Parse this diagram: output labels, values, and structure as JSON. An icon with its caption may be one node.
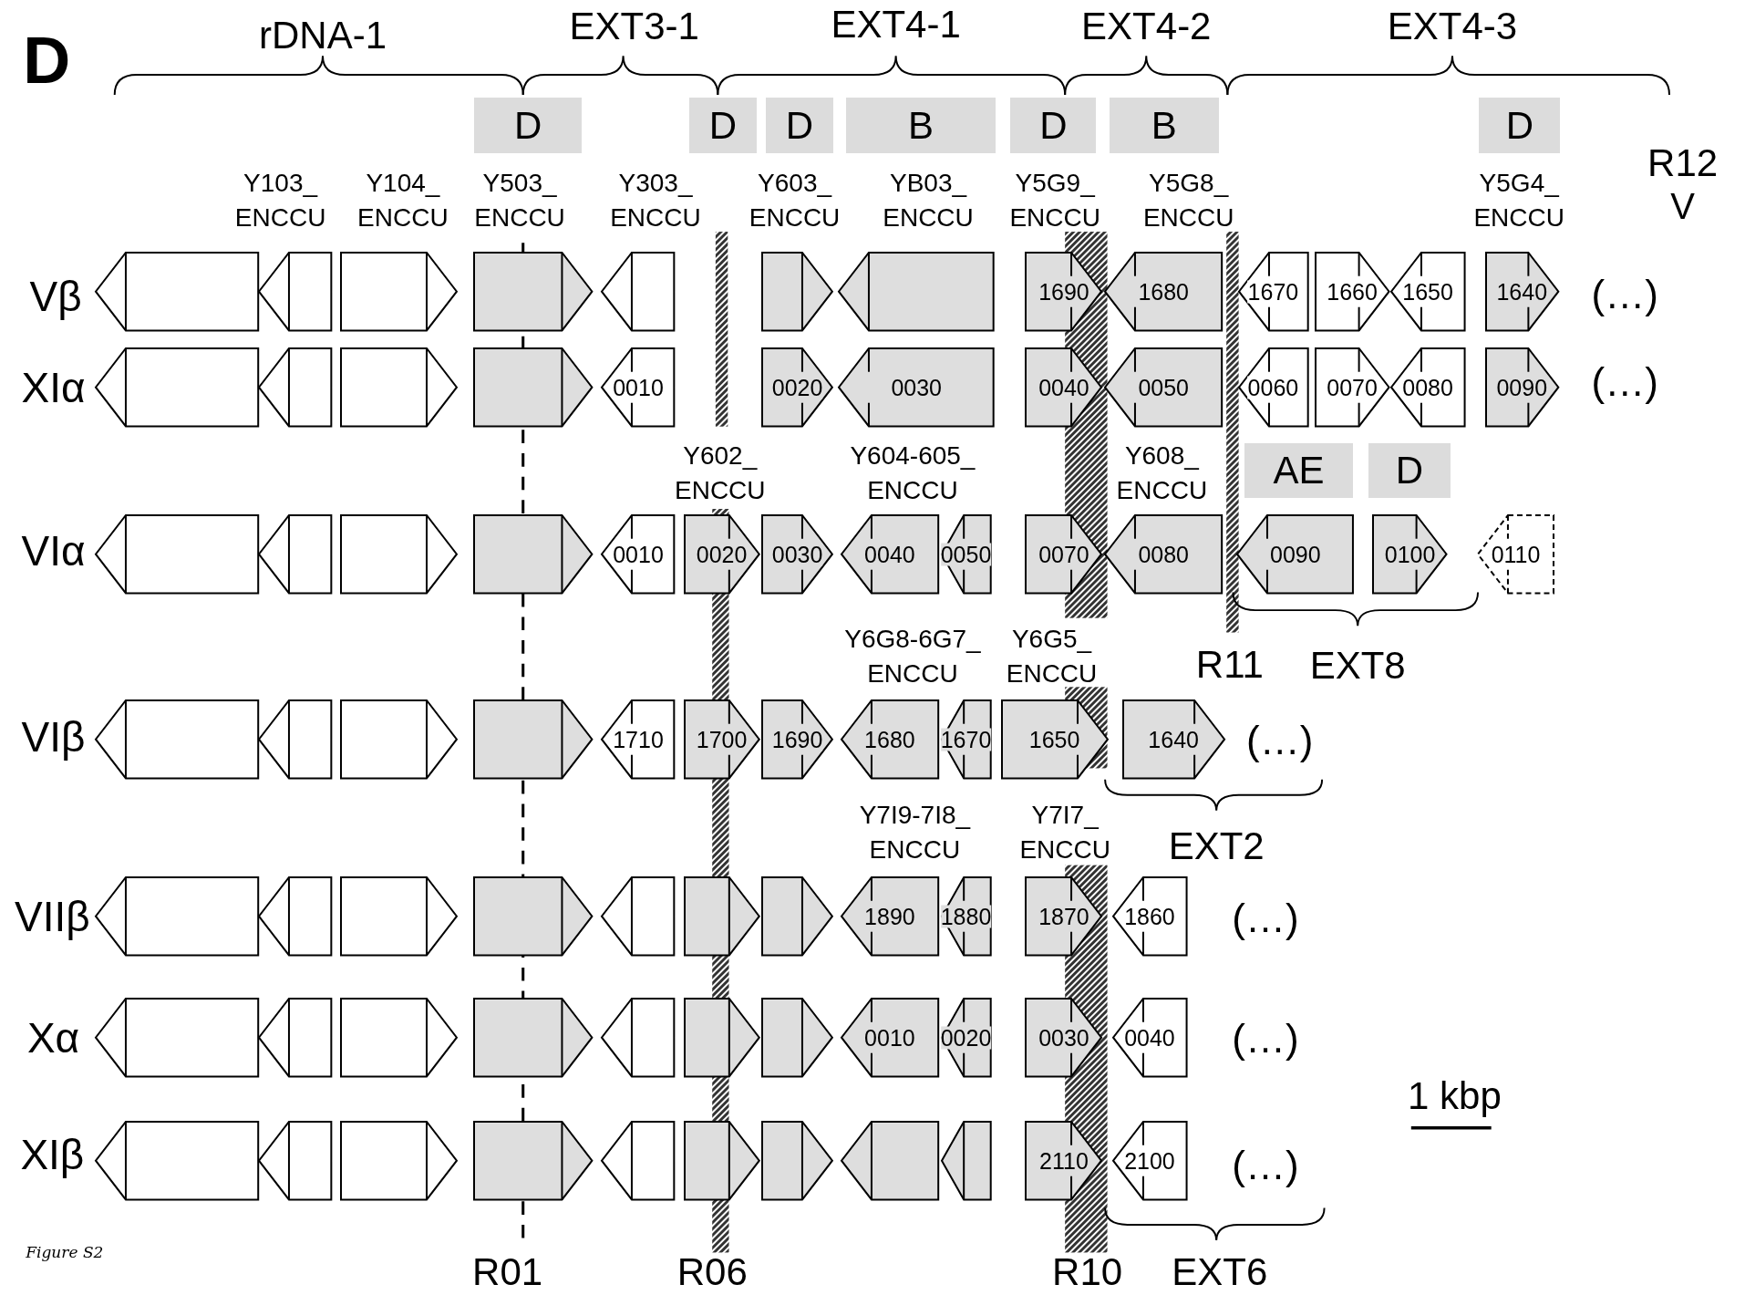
{
  "diagram": {
    "nodes": [
      {
        "text": [
          "D"
        ]
      },
      {
        "text": [
          "D"
        ]
      },
      {
        "text": [
          "D"
        ]
      },
      {
        "text": [
          "B"
        ]
      },
      {
        "text": [
          "D"
        ]
      },
      {
        "text": [
          "B"
        ]
      },
      {
        "text": [
          "D"
        ]
      },
      {
        "text": [],
        "shape": "pentagon"
      },
      {
        "text": [],
        "shape": "pentagon"
      },
      {
        "text": [],
        "shape": "pentagon"
      },
      {
        "text": [],
        "shape": "pentagon"
      },
      {
        "text": [],
        "shape": "pentagon"
      },
      {
        "text": [],
        "shape": "pentagon"
      },
      {
        "text": [],
        "shape": "pentagon"
      },
      {
        "text": [
          "1690"
        ]
      },
      {
        "text": [
          "1680"
        ]
      },
      {
        "text": [
          "1670"
        ]
      },
      {
        "text": [
          "1660"
        ]
      },
      {
        "text": [
          "1650"
        ]
      },
      {
        "text": [
          "1640"
        ]
      },
      {
        "text": [],
        "shape": "pentagon"
      },
      {
        "text": [],
        "shape": "pentagon"
      },
      {
        "text": [],
        "shape": "pentagon"
      },
      {
        "text": [],
        "shape": "pentagon"
      },
      {
        "text": [
          "0010"
        ]
      },
      {
        "text": [
          "0020"
        ]
      },
      {
        "text": [
          "0030"
        ]
      },
      {
        "text": [
          "0040"
        ]
      },
      {
        "text": [
          "0050"
        ]
      },
      {
        "text": [
          "0060"
        ]
      },
      {
        "text": [
          "0070"
        ]
      },
      {
        "text": [
          "0080"
        ]
      },
      {
        "text": [
          "0090"
        ]
      },
      {
        "text": [
          "AE"
        ]
      },
      {
        "text": [
          "D"
        ]
      },
      {
        "text": [],
        "shape": "pentagon"
      },
      {
        "text": [],
        "shape": "pentagon"
      },
      {
        "text": [],
        "shape": "pentagon"
      },
      {
        "text": [],
        "shape": "pentagon"
      },
      {
        "text": [
          "0010"
        ]
      },
      {
        "text": [
          "0020"
        ]
      },
      {
        "text": [
          "0030"
        ]
      },
      {
        "text": [
          "0040"
        ]
      },
      {
        "text": [
          "0050"
        ]
      },
      {
        "text": [
          "0070"
        ]
      },
      {
        "text": [
          "0080"
        ]
      },
      {
        "text": [
          "0090"
        ]
      },
      {
        "text": [
          "0100"
        ]
      },
      {
        "text": [
          "0110"
        ]
      },
      {
        "text": [],
        "shape": "pentagon"
      },
      {
        "text": [],
        "shape": "pentagon"
      },
      {
        "text": [],
        "shape": "pentagon"
      },
      {
        "text": [],
        "shape": "pentagon"
      },
      {
        "text": [
          "1710"
        ]
      },
      {
        "text": [
          "1700"
        ]
      },
      {
        "text": [
          "1690"
        ]
      },
      {
        "text": [
          "1680"
        ]
      },
      {
        "text": [
          "1670"
        ]
      },
      {
        "text": [
          "1650"
        ]
      },
      {
        "text": [
          "1640"
        ]
      },
      {
        "text": [],
        "shape": "pentagon"
      },
      {
        "text": [],
        "shape": "pentagon"
      },
      {
        "text": [],
        "shape": "pentagon"
      },
      {
        "text": [],
        "shape": "pentagon"
      },
      {
        "text": [],
        "shape": "pentagon"
      },
      {
        "text": [],
        "shape": "pentagon"
      },
      {
        "text": [],
        "shape": "pentagon"
      },
      {
        "text": [
          "1890"
        ]
      },
      {
        "text": [
          "1880"
        ]
      },
      {
        "text": [
          "1870"
        ]
      },
      {
        "text": [
          "1860"
        ]
      },
      {
        "text": [],
        "shape": "pentagon"
      },
      {
        "text": [],
        "shape": "pentagon"
      },
      {
        "text": [],
        "shape": "pentagon"
      },
      {
        "text": [],
        "shape": "pentagon"
      },
      {
        "text": [],
        "shape": "pentagon"
      },
      {
        "text": [],
        "shape": "pentagon"
      },
      {
        "text": [],
        "shape": "pentagon"
      },
      {
        "text": [
          "0010"
        ]
      },
      {
        "text": [
          "0020"
        ]
      },
      {
        "text": [
          "0030"
        ]
      },
      {
        "text": [
          "0040"
        ]
      },
      {
        "text": [],
        "shape": "pentagon"
      },
      {
        "text": [],
        "shape": "pentagon"
      },
      {
        "text": [],
        "shape": "pentagon"
      },
      {
        "text": [],
        "shape": "pentagon"
      },
      {
        "text": [],
        "shape": "pentagon"
      },
      {
        "text": [],
        "shape": "pentagon"
      },
      {
        "text": [],
        "shape": "pentagon"
      },
      {
        "text": [],
        "shape": "pentagon"
      },
      {
        "text": [],
        "shape": "pentagon"
      },
      {
        "text": [
          "2110"
        ]
      },
      {
        "text": [
          "2100"
        ]
      }
    ],
    "labels": [
      "D",
      "rDNA-1",
      "EXT3-1",
      "EXT4-1",
      "EXT4-2",
      "EXT4-3",
      "R12",
      "Y103_ ENCCU",
      "Y104_ ENCCU",
      "Y503_ ENCCU",
      "Y303_ ENCCU",
      "Y603_ ENCCU",
      "YB03_ ENCCU",
      "Y5G9_ ENCCU",
      "Y5G8_ ENCCU",
      "Y5G4_ ENCCU",
      "V",
      "Vβ",
      "(…)",
      "XIα",
      "(…)",
      "Y602_ ENCCU",
      "Y604-605_ ENCCU",
      "Y608_ ENCCU",
      "VIα",
      "Y6G8-6G7_ ENCCU",
      "Y6G5_ ENCCU",
      "R11",
      "EXT8",
      "VIβ",
      "(…)",
      "Y7I9-7I8_ ENCCU",
      "Y7I7_ ENCCU",
      "EXT2",
      "VIIβ",
      "(…)",
      "Xα",
      "(…)",
      "1 kbp",
      "XIβ",
      "(…)",
      "Figure S2",
      "R01",
      "R06",
      "R10",
      "EXT6"
    ]
  }
}
